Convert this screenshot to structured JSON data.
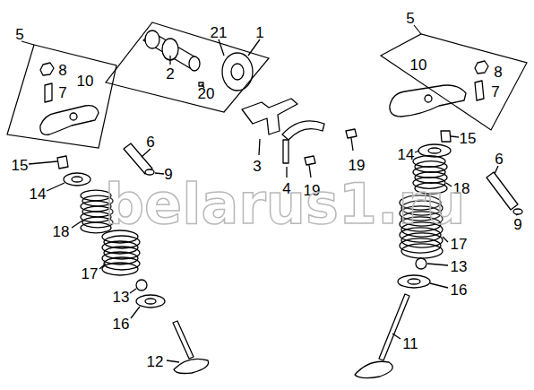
{
  "diagram": {
    "nodes": [
      {
        "text": [
          "5",
          "8",
          "7",
          "10"
        ]
      },
      {
        "text": [
          "21",
          "1",
          "2",
          "20"
        ]
      },
      {
        "text": [
          "5",
          "10",
          "8",
          "7"
        ]
      }
    ],
    "labels": [
      "6",
      "9",
      "15",
      "14",
      "18",
      "17",
      "13",
      "16",
      "12",
      "3",
      "4",
      "19",
      "19",
      "15",
      "14",
      "18",
      "6",
      "9",
      "17",
      "13",
      "16",
      "11",
      "belarus1.ru"
    ]
  }
}
